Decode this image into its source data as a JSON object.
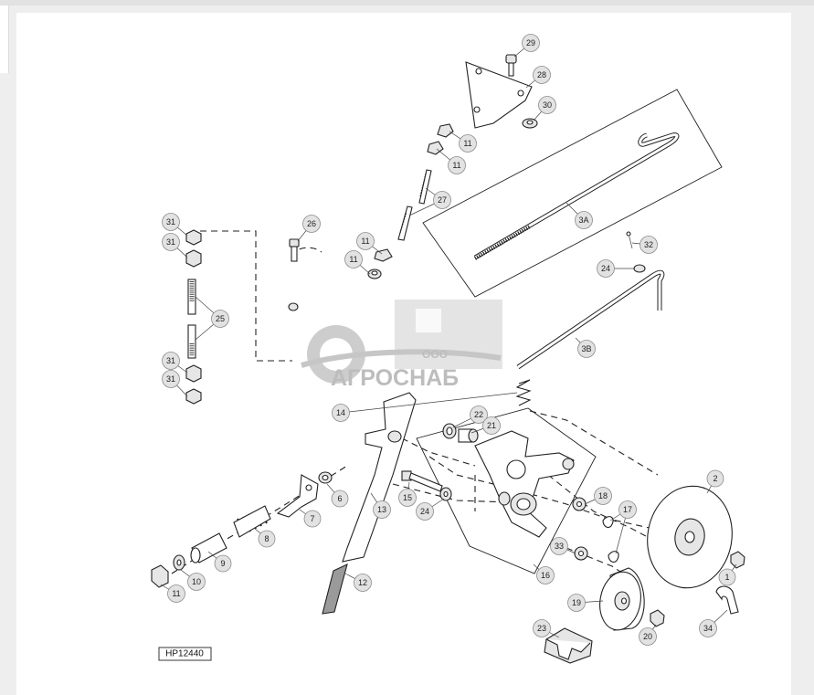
{
  "diagram": {
    "figure_id": "HP12440",
    "watermark": {
      "small": "ООО",
      "brand": "АГРОСНАБ"
    },
    "callouts": [
      "1",
      "2",
      "3A",
      "3B",
      "6",
      "7",
      "8",
      "9",
      "10",
      "11",
      "12",
      "13",
      "14",
      "15",
      "16",
      "17",
      "18",
      "19",
      "20",
      "21",
      "22",
      "23",
      "24",
      "25",
      "26",
      "27",
      "28",
      "29",
      "30",
      "31",
      "32",
      "33",
      "34"
    ]
  }
}
